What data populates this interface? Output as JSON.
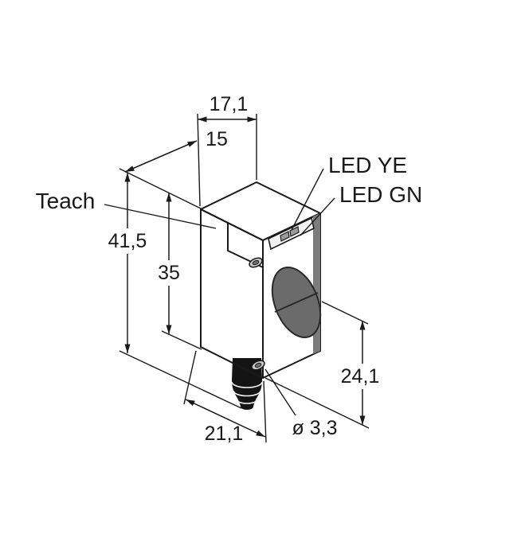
{
  "diagram": {
    "type": "technical-dimension-drawing",
    "subject": "photoelectric-sensor",
    "labels": {
      "teach": "Teach",
      "led_yellow": "LED YE",
      "led_green": "LED GN"
    },
    "dimensions": {
      "top_width": "17,1",
      "top_depth": "15",
      "total_height": "41,5",
      "body_height": "35",
      "front_height": "24,1",
      "bottom_depth": "21,1",
      "hole_diameter": "ø 3,3"
    },
    "colors": {
      "housing_yellow_top": "#FFD20A",
      "housing_yellow_side": "#F4C118",
      "front_gray": "#A0A0A0",
      "front_gray_shade": "#7C7C7C",
      "lens_gray": "#6B6B6B",
      "led_window": "#F2F2F2",
      "connector_black": "#141414",
      "line_color": "#1A1A1A"
    }
  }
}
